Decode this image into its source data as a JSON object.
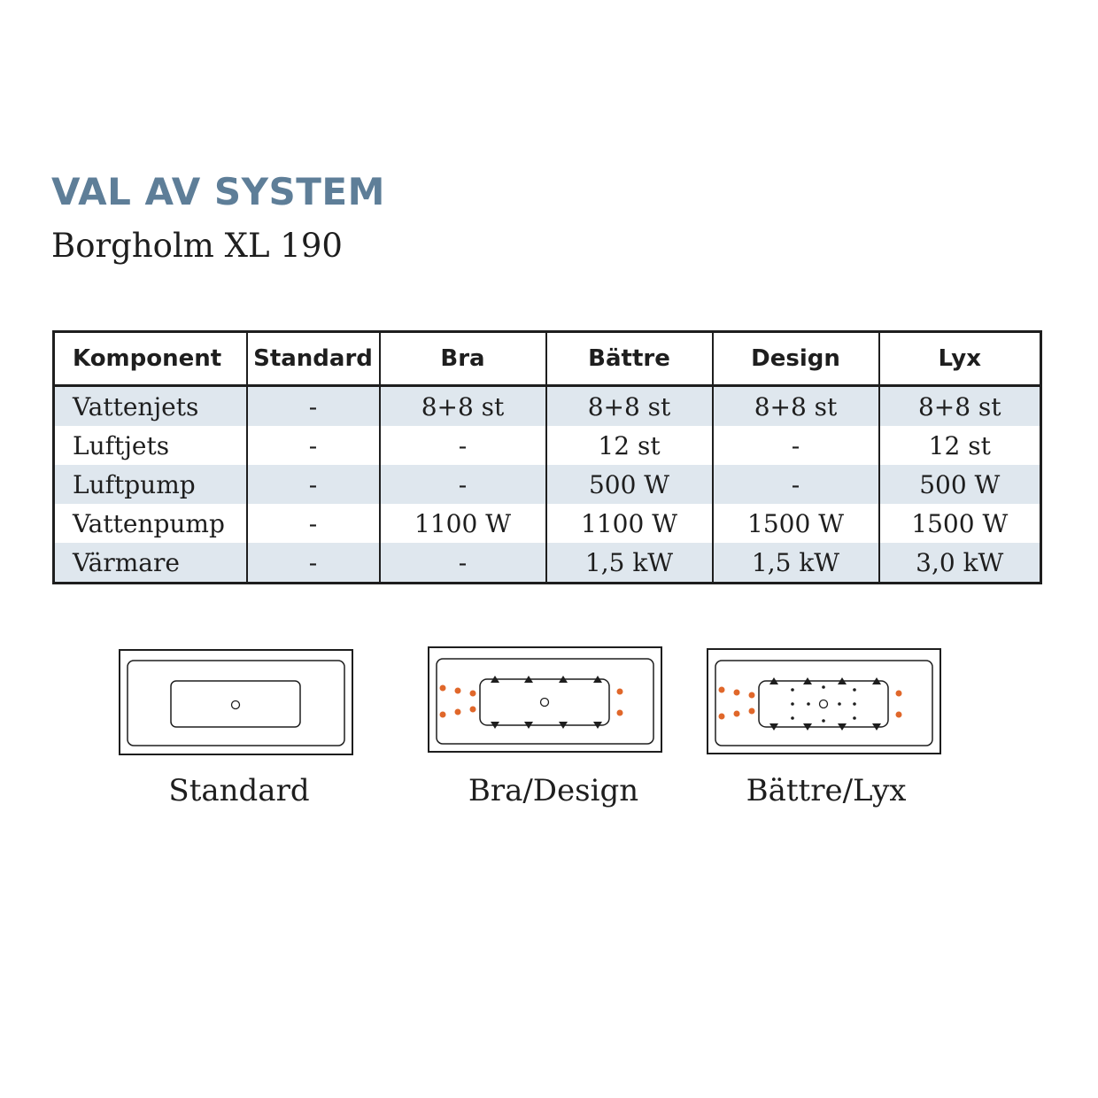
{
  "header": {
    "title": "VAL AV SYSTEM",
    "subtitle": "Borgholm XL 190"
  },
  "table": {
    "columns": [
      "Komponent",
      "Standard",
      "Bra",
      "Bättre",
      "Design",
      "Lyx"
    ],
    "rows": [
      [
        "Vattenjets",
        "-",
        "8+8 st",
        "8+8 st",
        "8+8 st",
        "8+8 st"
      ],
      [
        "Luftjets",
        "-",
        "-",
        "12 st",
        "-",
        "12 st"
      ],
      [
        "Luftpump",
        "-",
        "-",
        "500 W",
        "-",
        "500 W"
      ],
      [
        "Vattenpump",
        "-",
        "1100 W",
        "1100 W",
        "1500 W",
        "1500 W"
      ],
      [
        "Värmare",
        "-",
        "-",
        "1,5 kW",
        "1,5 kW",
        "3,0 kW"
      ]
    ]
  },
  "diagrams": [
    {
      "label": "Standard"
    },
    {
      "label": "Bra/Design"
    },
    {
      "label": "Bättre/Lyx"
    }
  ],
  "colors": {
    "heading": "#5e7e98",
    "row_shade": "#dfe7ee",
    "jet_dot": "#e0672a",
    "line": "#1e1e1e"
  }
}
